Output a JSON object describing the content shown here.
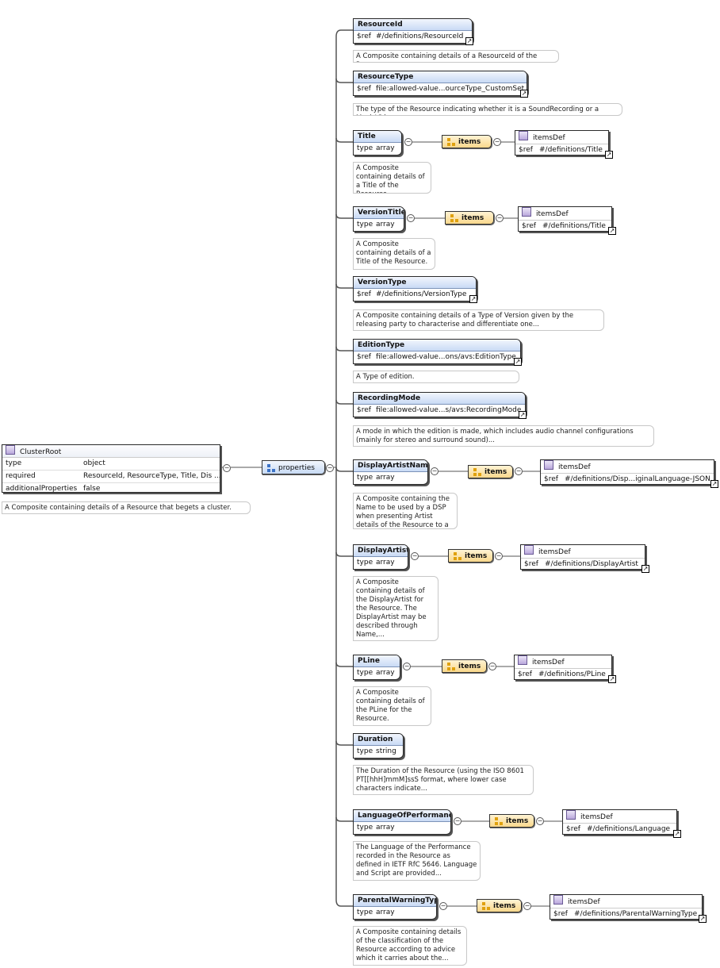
{
  "root": {
    "title": "ClusterRoot",
    "rows": [
      {
        "key": "type",
        "value": "object"
      },
      {
        "key": "required",
        "value": "ResourceId, ResourceType, Title, Dis ..."
      },
      {
        "key": "additionalProperties",
        "value": "false"
      }
    ],
    "description": "A Composite containing details of a Resource that begets a cluster."
  },
  "properties_label": "properties",
  "collapse_symbol": "−",
  "jump_symbol": "↗",
  "items_label": "items",
  "itemsdef_label": "itemsDef",
  "nodes": [
    {
      "name": "ResourceId",
      "key": "$ref",
      "value": "#/definitions/ResourceId",
      "description": "A Composite containing details of a ResourceId of the Resource."
    },
    {
      "name": "ResourceType",
      "key": "$ref",
      "value": "file:allowed-value...ourceType_CustomSet",
      "description": "The type of the Resource indicating whether it is a SoundRecording or a MusicVideo."
    },
    {
      "name": "Title",
      "key": "type",
      "value": "array",
      "description": "A Composite containing details of a Title of the Resource.",
      "items_def": {
        "key": "$ref",
        "value": "#/definitions/Title"
      }
    },
    {
      "name": "VersionTitle",
      "key": "type",
      "value": "array",
      "description": "A Composite containing details of a Title of the Resource.",
      "items_def": {
        "key": "$ref",
        "value": "#/definitions/Title"
      }
    },
    {
      "name": "VersionType",
      "key": "$ref",
      "value": "#/definitions/VersionType",
      "description": "A Composite containing details of a Type of Version given by the releasing party to characterise and differentiate one..."
    },
    {
      "name": "EditionType",
      "key": "$ref",
      "value": "file:allowed-value...ons/avs:EditionType",
      "description": "A Type of edition."
    },
    {
      "name": "RecordingMode",
      "key": "$ref",
      "value": "file:allowed-value...s/avs:RecordingMode",
      "description": "A mode in which the edition is made, which includes audio channel configurations (mainly for stereo and surround sound)..."
    },
    {
      "name": "DisplayArtistName",
      "key": "type",
      "value": "array",
      "description": "A Composite containing the Name to be used by a DSP when presenting Artist details of the Resource to a Consumer.",
      "items_def": {
        "key": "$ref",
        "value": "#/definitions/Disp...iginalLanguage-JSON"
      }
    },
    {
      "name": "DisplayArtist",
      "key": "type",
      "value": "array",
      "description": "A Composite containing details of the DisplayArtist for the Resource. The DisplayArtist may be described through Name,...",
      "items_def": {
        "key": "$ref",
        "value": "#/definitions/DisplayArtist"
      }
    },
    {
      "name": "PLine",
      "key": "type",
      "value": "array",
      "description": "A Composite containing details of the PLine for the Resource.",
      "items_def": {
        "key": "$ref",
        "value": "#/definitions/PLine"
      }
    },
    {
      "name": "Duration",
      "key": "type",
      "value": "string",
      "description": "The Duration of the Resource (using the ISO 8601 PT[[hhH]mmM]ssS format, where lower case characters indicate..."
    },
    {
      "name": "LanguageOfPerformance",
      "key": "type",
      "value": "array",
      "description": "The Language of the Performance recorded in the Resource as defined in IETF RfC 5646. Language and Script are provided...",
      "items_def": {
        "key": "$ref",
        "value": "#/definitions/Language"
      }
    },
    {
      "name": "ParentalWarningType",
      "key": "type",
      "value": "array",
      "description": "A Composite containing details of the classification of the Resource according to advice which it carries about the...",
      "items_def": {
        "key": "$ref",
        "value": "#/definitions/ParentalWarningType"
      }
    }
  ]
}
